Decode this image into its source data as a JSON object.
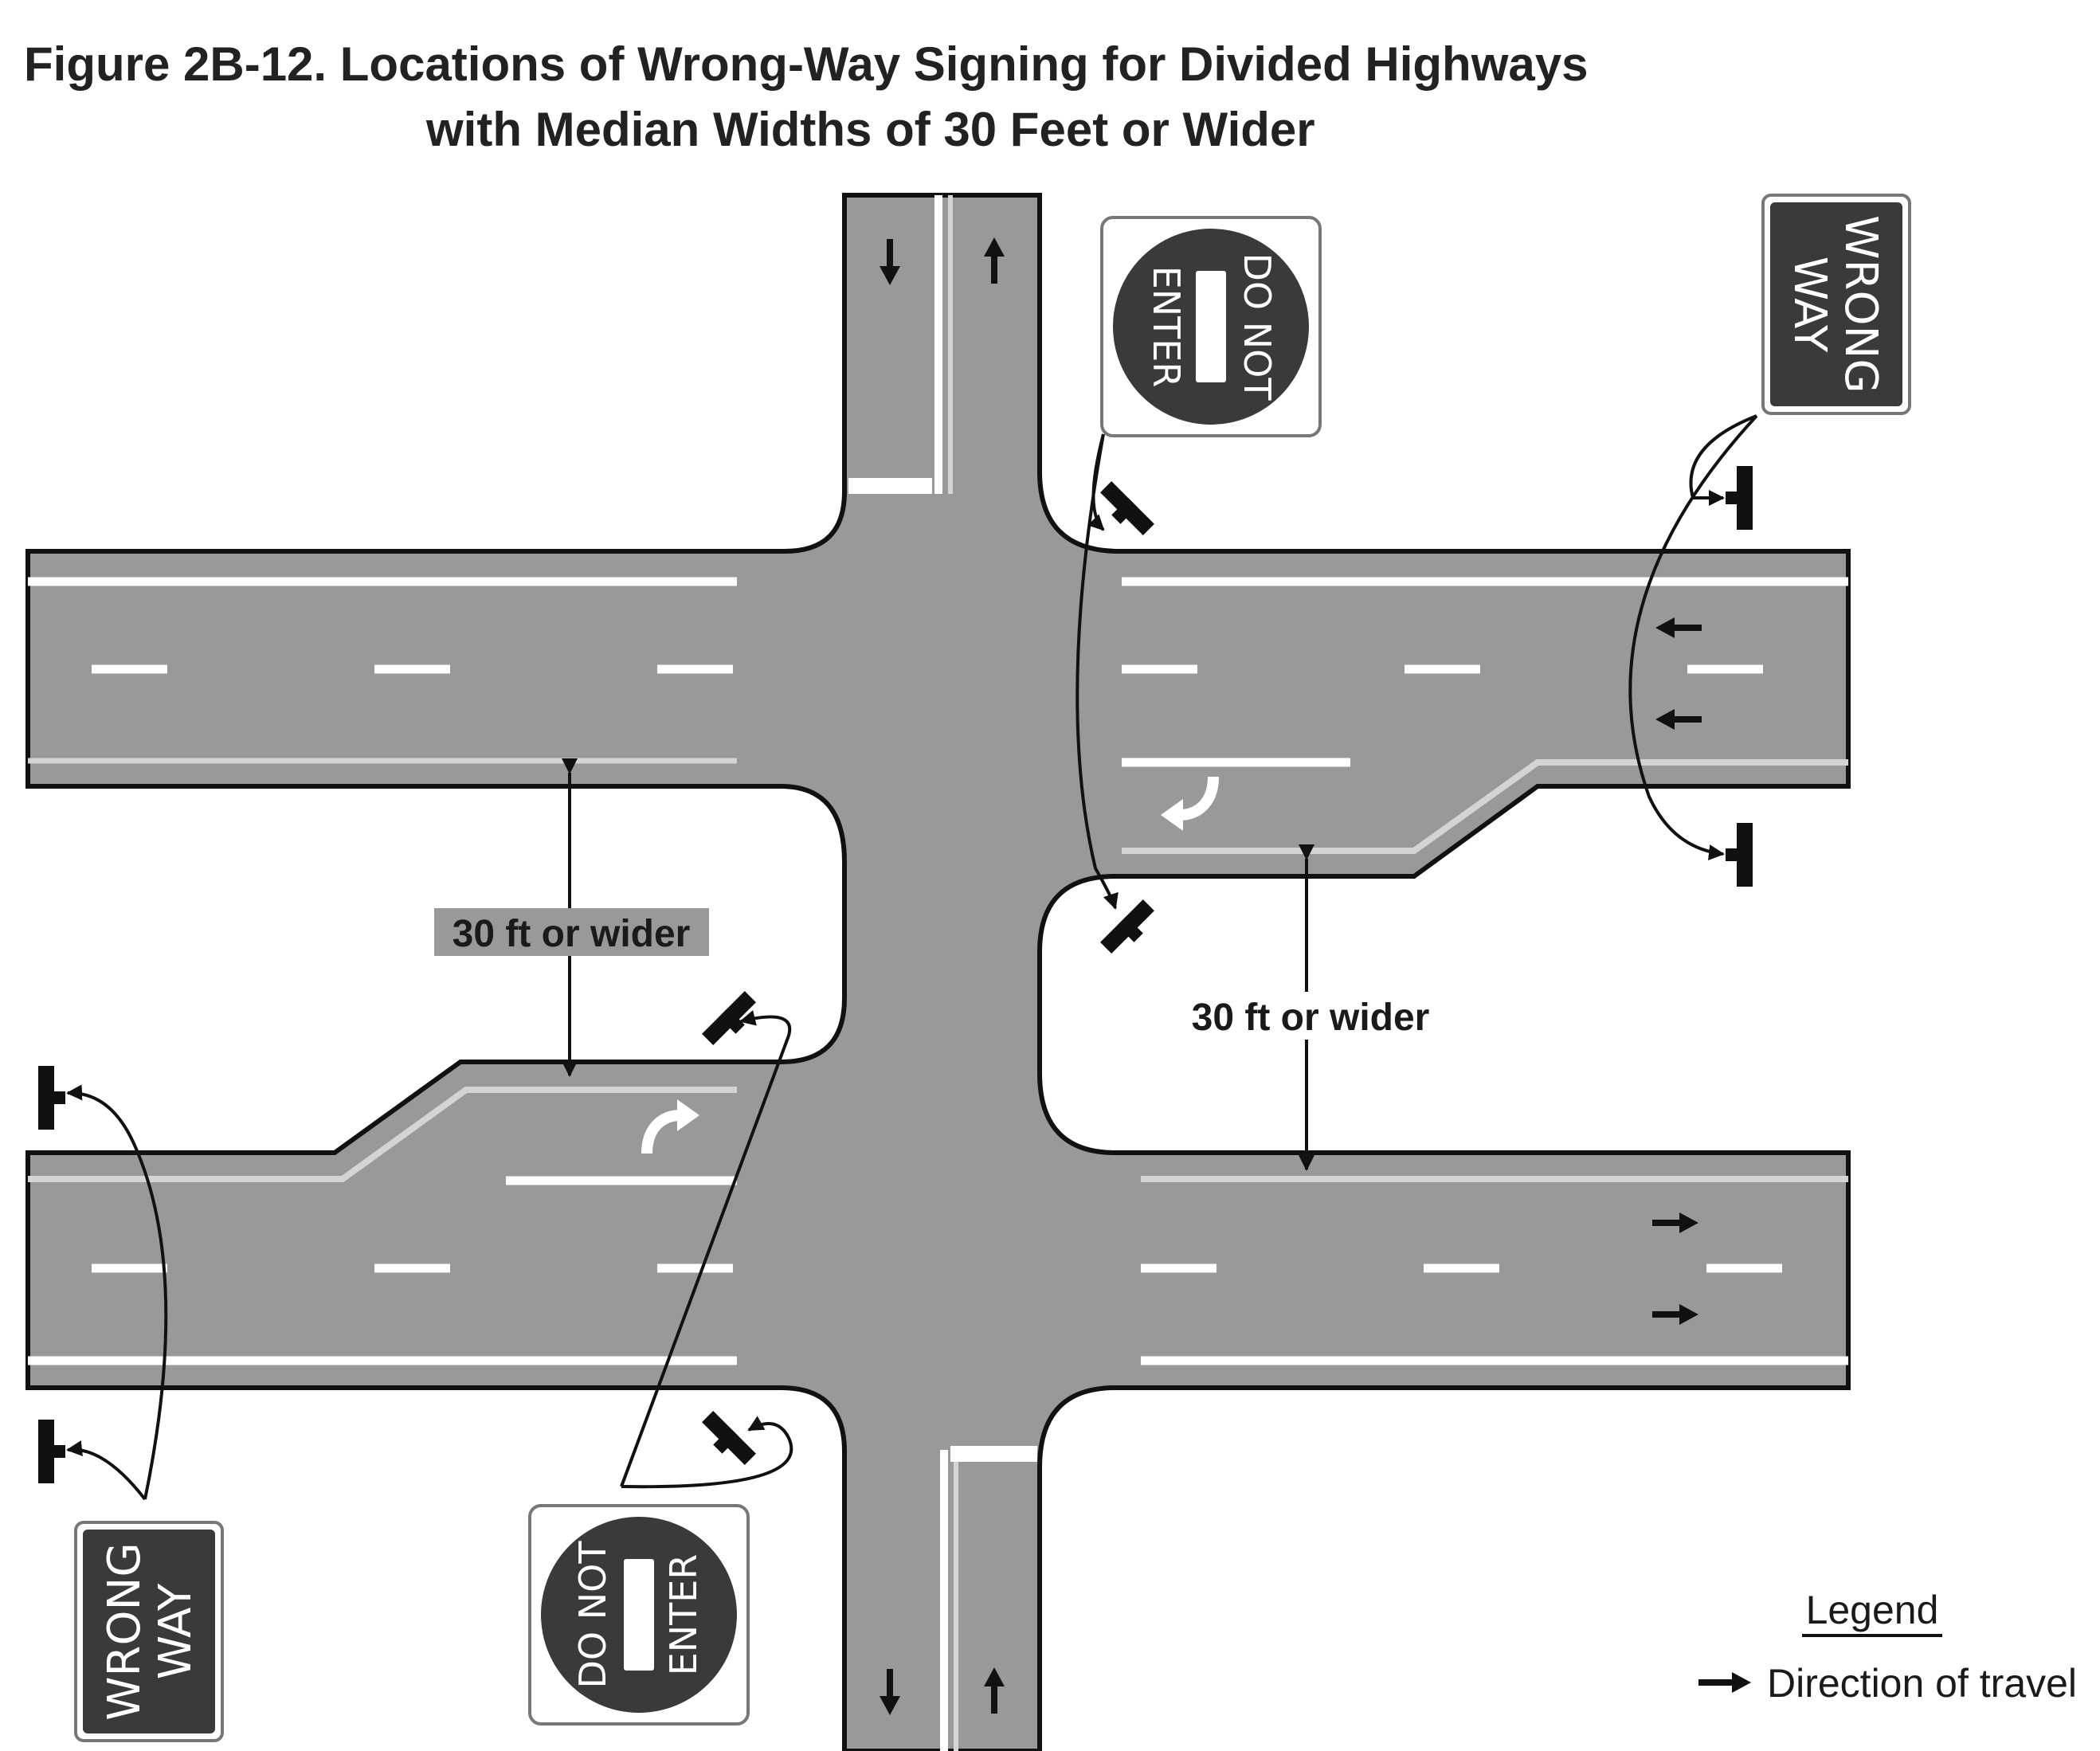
{
  "figure": {
    "title_line1": "Figure 2B-12.  Locations of Wrong-Way Signing for Divided Highways",
    "title_line2": "with Median Widths of 30 Feet or Wider"
  },
  "annotations": {
    "median_width_label": "30 ft or wider"
  },
  "signs": {
    "do_not_enter": {
      "line1": "DO NOT",
      "line2": "ENTER",
      "color": "#3a3a3a"
    },
    "wrong_way": {
      "line1": "WRONG",
      "line2": "WAY",
      "color": "#3a3a3a"
    }
  },
  "legend": {
    "title": "Legend",
    "direction_label": "Direction of travel"
  },
  "colors": {
    "pavement": "#999999",
    "marking": "#ffffff",
    "sign_face": "#3a3a3a"
  }
}
